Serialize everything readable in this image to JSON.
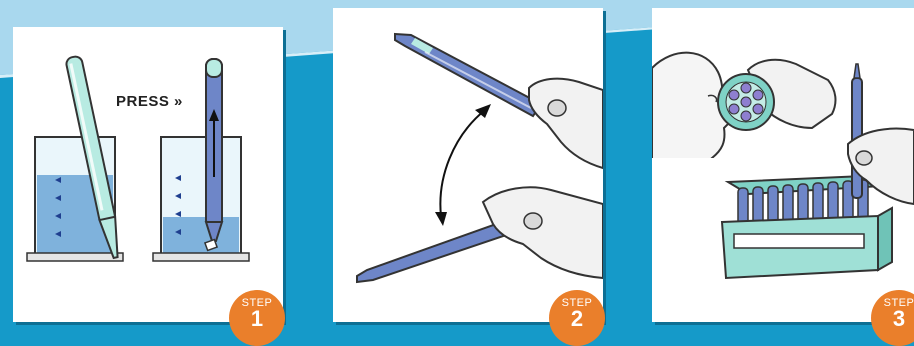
{
  "colors": {
    "background": "#159ac9",
    "light_band": "#a9d8ee",
    "panel": "#ffffff",
    "step_badge": "#ea7f2b"
  },
  "step1": {
    "press_label": "PRESS »",
    "step_word": "STEP",
    "step_number": "1"
  },
  "step2": {
    "step_word": "STEP",
    "step_number": "2"
  },
  "step3": {
    "step_word": "STEP",
    "step_number": "3"
  },
  "icons": [
    "beaker-icon",
    "pipette-icon",
    "hand-icon",
    "double-arrow-icon",
    "face-icon",
    "tube-rack-icon"
  ]
}
